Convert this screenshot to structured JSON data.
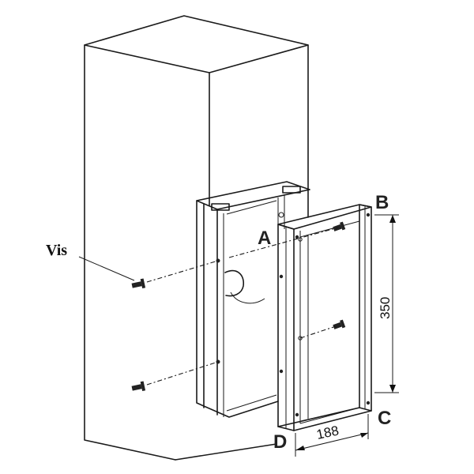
{
  "labels": {
    "screws": "Vis",
    "corner_a": "A",
    "corner_b": "B",
    "corner_c": "C",
    "corner_d": "D"
  },
  "dimensions": {
    "height_mm": "350",
    "width_mm": "188"
  }
}
